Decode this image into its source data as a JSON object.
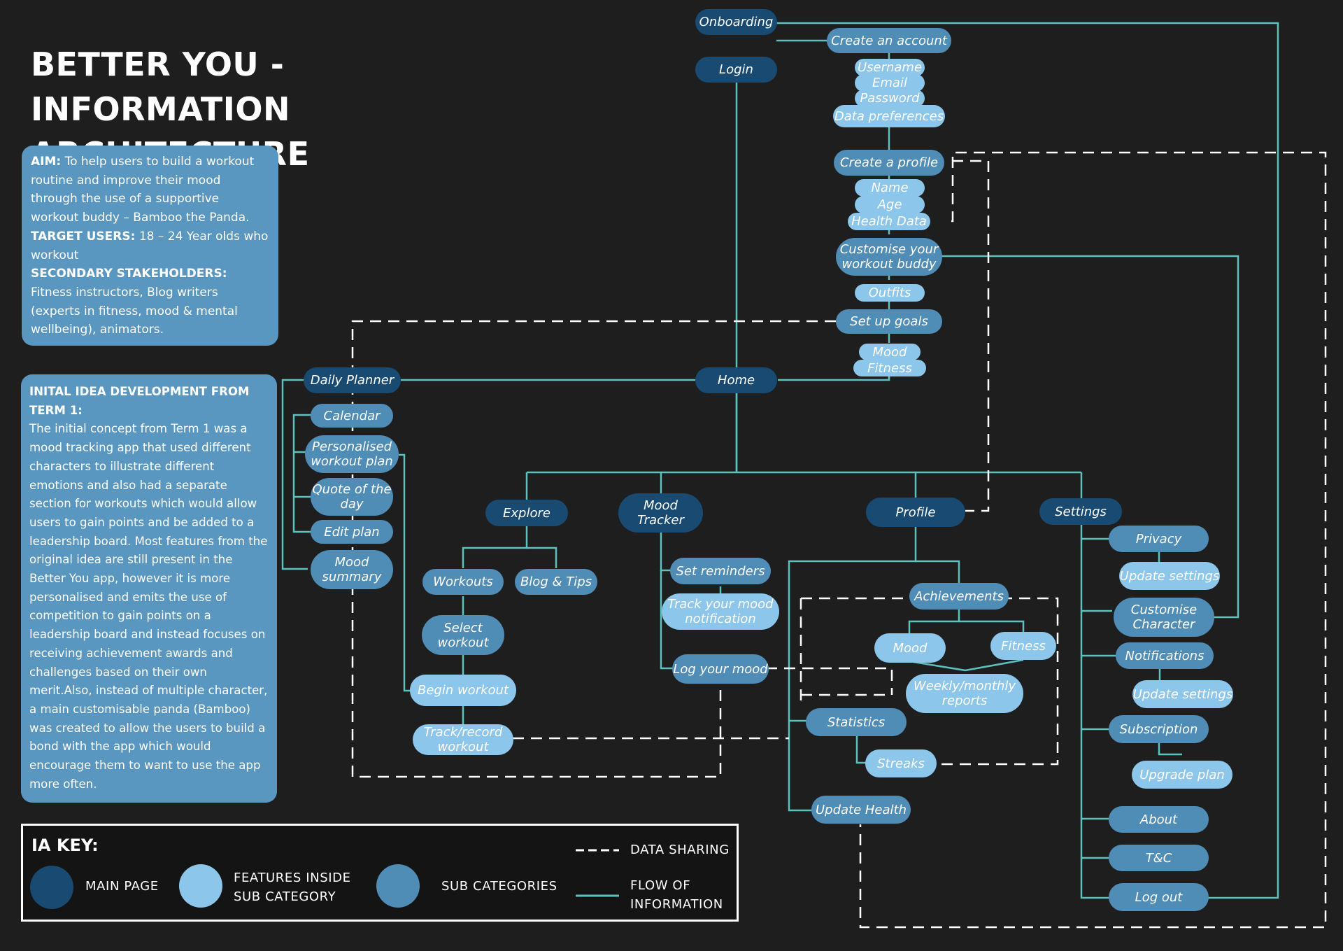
{
  "title": "BETTER YOU - INFORMATION ARCHITECTURE",
  "aim_panel": {
    "aim_label": "AIM:",
    "aim_text": "To help users to build a workout routine and improve their mood through the use of a supportive workout buddy – Bamboo the Panda.",
    "target_label": "TARGET USERS:",
    "target_text": "18 – 24 Year olds who workout",
    "stakeholders_label": "SECONDARY STAKEHOLDERS:",
    "stakeholders_text": "Fitness instructors, Blog writers (experts in fitness, mood & mental wellbeing), animators."
  },
  "idea_panel": {
    "heading": "INITAL IDEA DEVELOPMENT FROM TERM 1:",
    "body": "The initial concept from Term 1 was a mood tracking app that used different characters to illustrate different emotions and also had a separate section for workouts which would allow users to gain points and be added to a leadership board. Most features from the original idea are still present in the Better You app, however it is more personalised and emits the use of competition to gain points on a leadership board and instead focuses on receiving achievement awards and challenges based on their own merit.Also, instead of multiple character, a main customisable panda (Bamboo) was created to allow the users to build a bond with the app which would encourage them to want to use the app more often."
  },
  "nodes": {
    "onboarding": "Onboarding",
    "login": "Login",
    "create_account": "Create an account",
    "username": "Username",
    "email": "Email",
    "password": "Password",
    "data_preferences": "Data preferences",
    "create_profile": "Create a profile",
    "name": "Name",
    "age": "Age",
    "health_data": "Health Data",
    "customise_buddy": "Customise your\nworkout buddy",
    "outfits": "Outfits",
    "set_up_goals": "Set up goals",
    "goal_mood": "Mood",
    "goal_fitness": "Fitness",
    "home": "Home",
    "daily_planner": "Daily Planner",
    "calendar": "Calendar",
    "personalised_plan": "Personalised\nworkout plan",
    "quote_of_day": "Quote of the\nday",
    "edit_plan": "Edit plan",
    "mood_summary": "Mood\nsummary",
    "explore": "Explore",
    "workouts": "Workouts",
    "blog_tips": "Blog & Tips",
    "select_workout": "Select\nworkout",
    "begin_workout": "Begin workout",
    "track_workout": "Track/record\nworkout",
    "mood_tracker": "Mood\nTracker",
    "set_reminders": "Set reminders",
    "track_mood_notification": "Track your mood\nnotification",
    "log_mood": "Log your mood",
    "profile": "Profile",
    "achievements": "Achievements",
    "ach_mood": "Mood",
    "ach_fitness": "Fitness",
    "weekly_reports": "Weekly/monthly\nreports",
    "statistics": "Statistics",
    "streaks": "Streaks",
    "update_health": "Update Health",
    "settings": "Settings",
    "privacy": "Privacy",
    "update_settings_1": "Update settings",
    "customise_character": "Customise\nCharacter",
    "notifications": "Notifications",
    "update_settings_2": "Update settings",
    "subscription": "Subscription",
    "upgrade_plan": "Upgrade plan",
    "about": "About",
    "tc": "T&C",
    "log_out": "Log out"
  },
  "key": {
    "title": "IA KEY:",
    "main_page": "MAIN PAGE",
    "features": "FEATURES INSIDE\nSUB CATEGORY",
    "sub_categories": "SUB CATEGORIES",
    "data_sharing": "DATA SHARING",
    "flow": "FLOW OF\nINFORMATION"
  },
  "colors": {
    "background": "#1e1e1f",
    "main_page": "#184a72",
    "sub_category": "#4f8cb6",
    "feature": "#8cc6ea",
    "flow_line": "#5cc2bd",
    "data_sharing_line": "#ffffff"
  }
}
